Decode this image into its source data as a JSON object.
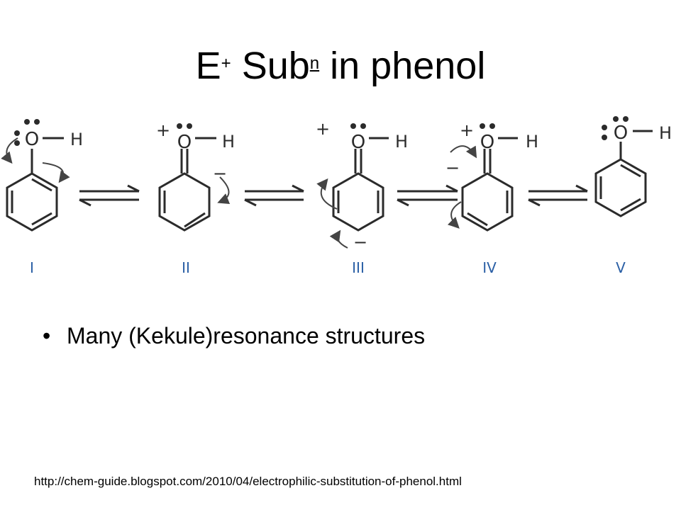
{
  "title": {
    "main": "E",
    "charge": "+",
    "word": " Sub",
    "sub_n": "n",
    "rest": " in phenol"
  },
  "diagram": {
    "structures": [
      {
        "label": "I"
      },
      {
        "label": "II"
      },
      {
        "label": "III"
      },
      {
        "label": "IV"
      },
      {
        "label": "V"
      }
    ],
    "atoms": {
      "oxygen": "O",
      "hydrogen": "H",
      "plus": "+",
      "minus": "−"
    },
    "colors": {
      "bond": "#2b2b2b",
      "label": "#2a5fa5",
      "arrow": "#444444"
    }
  },
  "bullet": {
    "text": "Many (Kekule)resonance structures"
  },
  "source": {
    "url": "http://chem-guide.blogspot.com/2010/04/electrophilic-substitution-of-phenol.html"
  }
}
